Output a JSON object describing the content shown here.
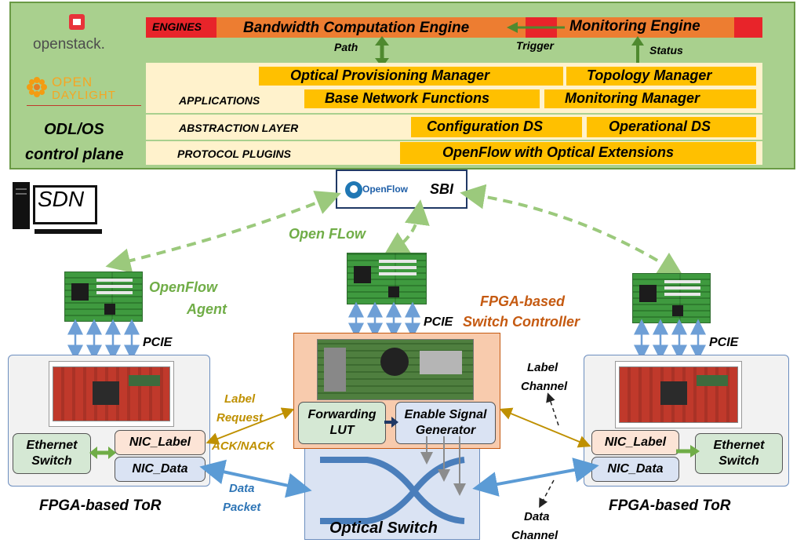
{
  "control": {
    "openstack": "openstack.",
    "odl_top": "OPEN",
    "odl_bottom": "DAYLIGHT",
    "title_line1": "ODL/OS",
    "title_line2": "control plane",
    "engines": "ENGINES",
    "bce": "Bandwidth Computation Engine",
    "me": "Monitoring Engine",
    "path": "Path",
    "trigger": "Trigger",
    "status": "Status",
    "applications": "APPLICATIONS",
    "opm": "Optical Provisioning Manager",
    "topo": "Topology Manager",
    "bnf": "Base Network Functions",
    "monmgr": "Monitoring Manager",
    "abstraction": "ABSTRACTION  LAYER",
    "config_ds": "Configuration DS",
    "oper_ds": "Operational DS",
    "protocol": "PROTOCOL  PLUGINS",
    "ofext": "OpenFlow with Optical Extensions"
  },
  "sdn": "SDN",
  "sbi": {
    "logo": "OpenFlow",
    "label": "SBI"
  },
  "labels": {
    "open_flow": "Open FLow",
    "of_agent_1": "OpenFlow",
    "of_agent_2": "Agent",
    "fpga_ctrl_1": "FPGA-based",
    "fpga_ctrl_2": "Switch Controller",
    "pcie": "PCIE",
    "label_req_1": "Label",
    "label_req_2": "Request",
    "acknack": "ACK/NACK",
    "data_packet_1": "Data",
    "data_packet_2": "Packet",
    "label_channel_1": "Label",
    "label_channel_2": "Channel",
    "data_channel_1": "Data",
    "data_channel_2": "Channel",
    "tor": "FPGA-based ToR",
    "optical_switch": "Optical Switch"
  },
  "tor_left": {
    "ethernet_1": "Ethernet",
    "ethernet_2": "Switch",
    "nic_label": "NIC_Label",
    "nic_data": "NIC_Data"
  },
  "tor_right": {
    "ethernet_1": "Ethernet",
    "ethernet_2": "Switch",
    "nic_label": "NIC_Label",
    "nic_data": "NIC_Data"
  },
  "controller": {
    "fwd_1": "Forwarding",
    "fwd_2": "LUT",
    "esg_1": "Enable  Signal",
    "esg_2": "Generator"
  },
  "colors": {
    "green_arrow": "#9bc97c",
    "blue_arrow": "#6e9fd6",
    "gold_arrow": "#bf9000",
    "orange_text": "#c55a11",
    "green_text": "#70ad47",
    "blue_text": "#2e75b6"
  }
}
